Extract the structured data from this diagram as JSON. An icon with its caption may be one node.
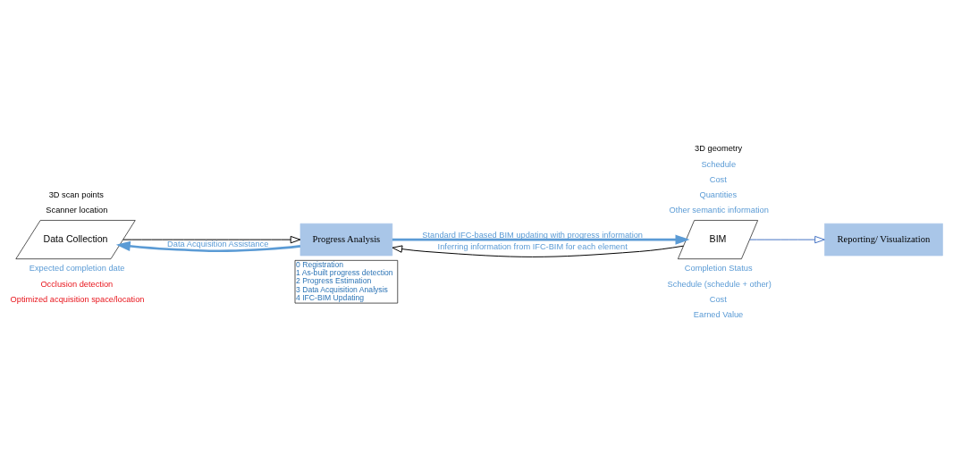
{
  "diagram": {
    "nodes": [
      {
        "text": [
          "Data Collection"
        ]
      },
      {
        "text": [
          "Progress Analysis"
        ]
      },
      {
        "text": [
          "0 Registration",
          "1 As-built progress detection",
          "2 Progress Estimation",
          "3 Data Acquisition Analysis",
          "4 IFC-BIM Updating"
        ]
      },
      {
        "text": [
          "BIM"
        ]
      },
      {
        "text": [
          "Reporting/ Visualization"
        ]
      }
    ],
    "edges": [
      {
        "from": 0,
        "to": 1,
        "arrow": "to"
      },
      {
        "from": 3,
        "to": 1,
        "arrow": "to",
        "label": "Inferring information from IFC-BIM for each element"
      },
      {
        "from": 1,
        "to": 0,
        "arrow": "to",
        "label": "Data Acquisition Assistance",
        "style": "thick",
        "color": "#5b9bd5"
      },
      {
        "from": 1,
        "to": 3,
        "arrow": "to",
        "label": "Standard IFC-based BIM updating with progress information",
        "style": "thick",
        "color": "#5b9bd5"
      },
      {
        "from": 3,
        "to": 4,
        "arrow": "to",
        "color": "#4472c4"
      }
    ],
    "labels": [
      "3D scan points",
      "Scanner location",
      "3D geometry",
      "Schedule",
      "Cost",
      "Quantities",
      "Other semantic information",
      "Expected completion date",
      "Occlusion detection",
      "Optimized acquisition space/location",
      "Completion Status",
      "Schedule (schedule + other)",
      "Cost",
      "Earned Value"
    ]
  }
}
